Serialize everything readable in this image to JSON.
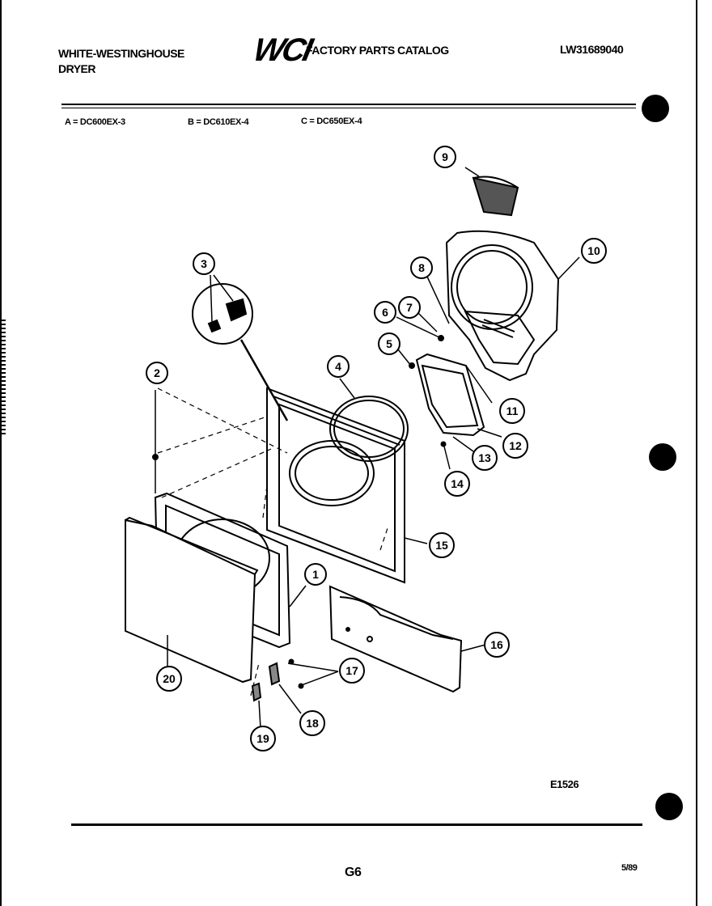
{
  "header": {
    "brand_line1": "WHITE-WESTINGHOUSE",
    "brand_line2": "DRYER",
    "logo": "WCI",
    "catalog_title": "FACTORY PARTS CATALOG",
    "catalog_number": "LW31689040"
  },
  "models": {
    "a": "A = DC600EX-3",
    "b": "B = DC610EX-4",
    "c": "C = DC650EX-4"
  },
  "callouts": [
    "1",
    "2",
    "3",
    "4",
    "5",
    "6",
    "7",
    "8",
    "9",
    "10",
    "11",
    "12",
    "13",
    "14",
    "15",
    "16",
    "17",
    "18",
    "19",
    "20"
  ],
  "diagram_code": "E1526",
  "footer": {
    "page": "G6",
    "date": "5/89"
  }
}
